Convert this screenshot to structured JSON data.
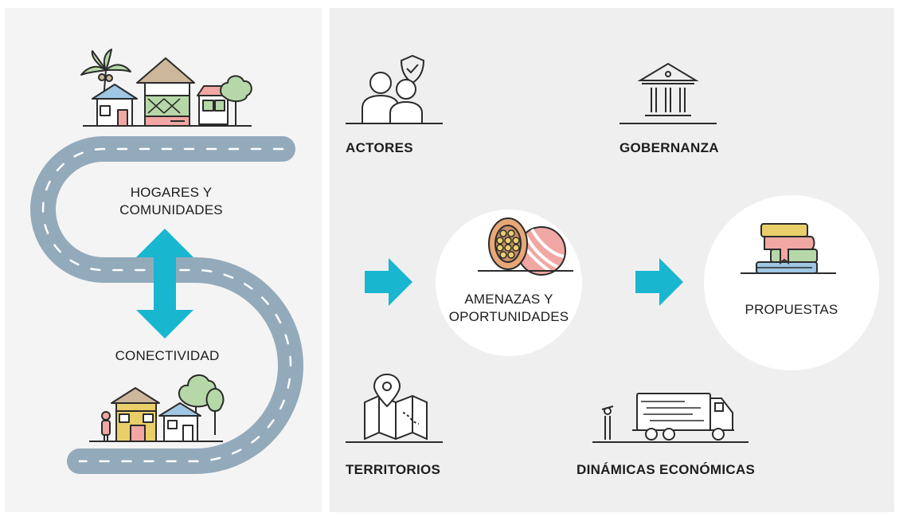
{
  "left": {
    "hogares_label": "HOGARES Y\nCOMUNIDADES",
    "conectividad_label": "CONECTIVIDAD"
  },
  "right": {
    "actores_label": "ACTORES",
    "gobernanza_label": "GOBERNANZA",
    "territorios_label": "TERRITORIOS",
    "dinamicas_label": "DINÁMICAS ECONÓMICAS",
    "amenazas_label": "AMENAZAS Y\nOPORTUNIDADES",
    "propuestas_label": "PROPUESTAS"
  },
  "colors": {
    "road": "#93aabb",
    "road_dash": "#ffffff",
    "accent_arrow": "#19b6d0",
    "ink": "#2b2b2b",
    "house_pink": "#f1a7a3",
    "house_green": "#b6d8a8",
    "house_tan": "#cdb79a",
    "house_yellow": "#e9cf6a",
    "house_blue": "#9fc6e3"
  },
  "icons": [
    "palm-tree-icon",
    "house-icon",
    "tree-icon",
    "road-icon",
    "double-arrow-icon",
    "people-shield-icon",
    "government-building-icon",
    "map-pin-icon",
    "truck-icon",
    "cacao-pod-icon",
    "books-icon",
    "right-arrow-icon"
  ]
}
